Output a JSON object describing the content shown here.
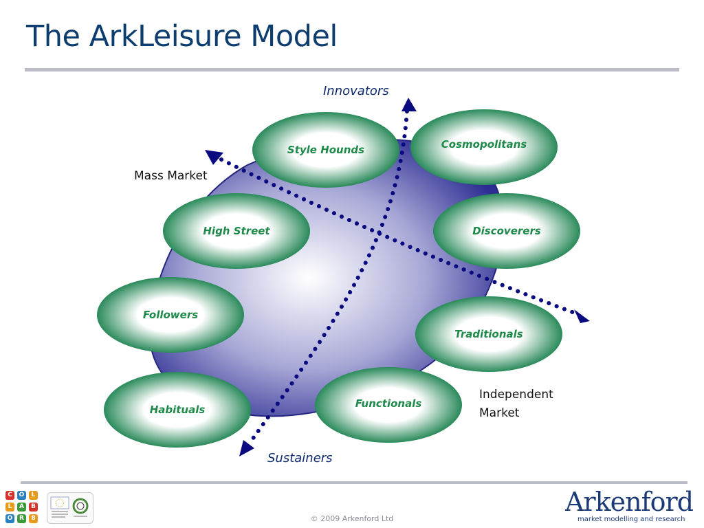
{
  "title": "The ArkLeisure Model",
  "axes": {
    "innovators": "Innovators",
    "sustainers": "Sustainers",
    "mass_market": "Mass Market",
    "independent_market": "Independent Market"
  },
  "segments": [
    {
      "label": "Style Hounds"
    },
    {
      "label": "Cosmopolitans"
    },
    {
      "label": "High Street"
    },
    {
      "label": "Discoverers"
    },
    {
      "label": "Followers"
    },
    {
      "label": "Traditionals"
    },
    {
      "label": "Habituals"
    },
    {
      "label": "Functionals"
    }
  ],
  "footer": {
    "copyright": "© 2009 Arkenford Ltd",
    "brand": "Arkenford",
    "tagline": "market modelling and research",
    "collab_letters": [
      "C",
      "O",
      "L",
      "L",
      "A",
      "B",
      "O",
      "R",
      "8"
    ]
  },
  "colors": {
    "title": "#0d3d6e",
    "segment_edge": "#2a8a5a",
    "segment_center": "#ffffff",
    "blob_edge": "#2a2a8c",
    "arrow": "#0a0a80",
    "segment_text": "#1e8a4a"
  }
}
